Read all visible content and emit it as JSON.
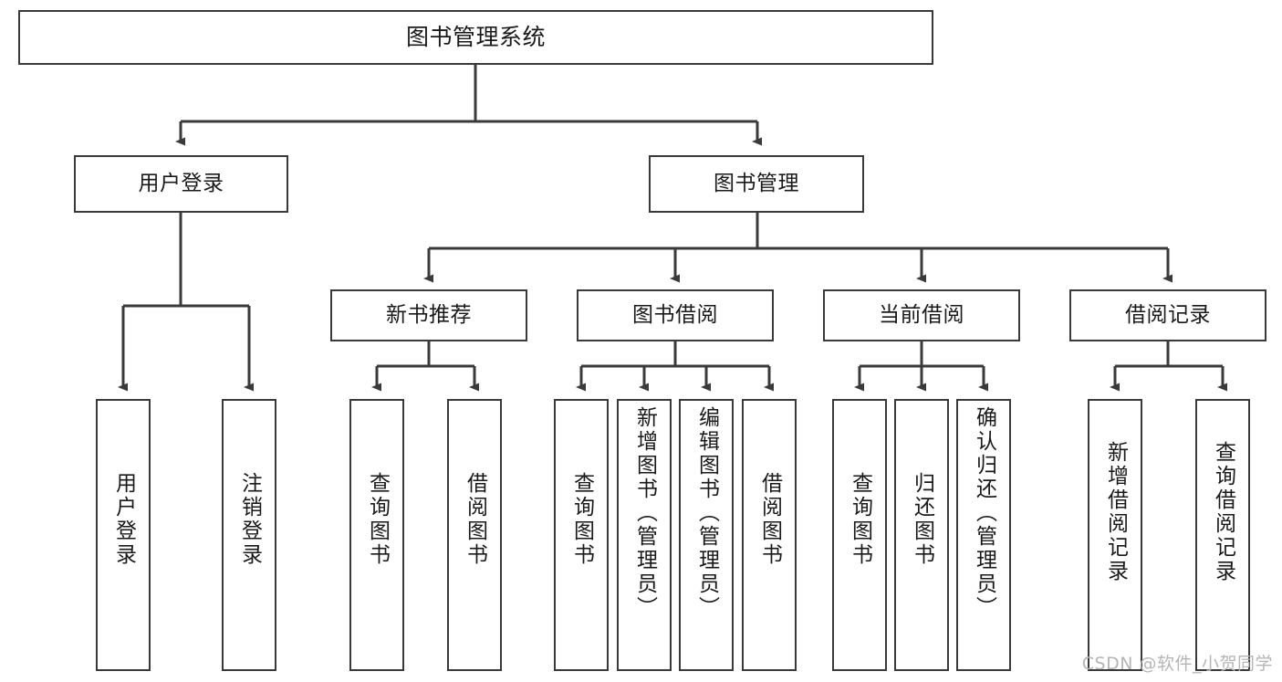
{
  "diagram": {
    "title": "图书管理系统",
    "watermark": "CSDN @软件_小贺同学",
    "colors": {
      "background": "#ffffff",
      "box_border": "#3a3a3a",
      "box_fill": "#ffffff",
      "edge": "#3a3a3a",
      "text": "#1a1a1a",
      "watermark": "#b5b5b5"
    },
    "nodes": {
      "root": {
        "label": "图书管理系统"
      },
      "level2": [
        {
          "label": "用户登录"
        },
        {
          "label": "图书管理"
        }
      ],
      "level3": [
        {
          "label": "新书推荐"
        },
        {
          "label": "图书借阅"
        },
        {
          "label": "当前借阅"
        },
        {
          "label": "借阅记录"
        }
      ],
      "leaves": {
        "user_login": [
          {
            "label": "用户登录"
          },
          {
            "label": "注销登录"
          }
        ],
        "new_book_recommend": [
          {
            "label": "查询图书"
          },
          {
            "label": "借阅图书"
          }
        ],
        "book_borrow": [
          {
            "label": "查询图书"
          },
          {
            "label": "新增图书（管理员）"
          },
          {
            "label": "编辑图书（管理员）"
          },
          {
            "label": "借阅图书"
          }
        ],
        "current_borrow": [
          {
            "label": "查询图书"
          },
          {
            "label": "归还图书"
          },
          {
            "label": "确认归还（管理员）"
          }
        ],
        "borrow_record": [
          {
            "label": "新增借阅记录"
          },
          {
            "label": "查询借阅记录"
          }
        ]
      }
    }
  }
}
